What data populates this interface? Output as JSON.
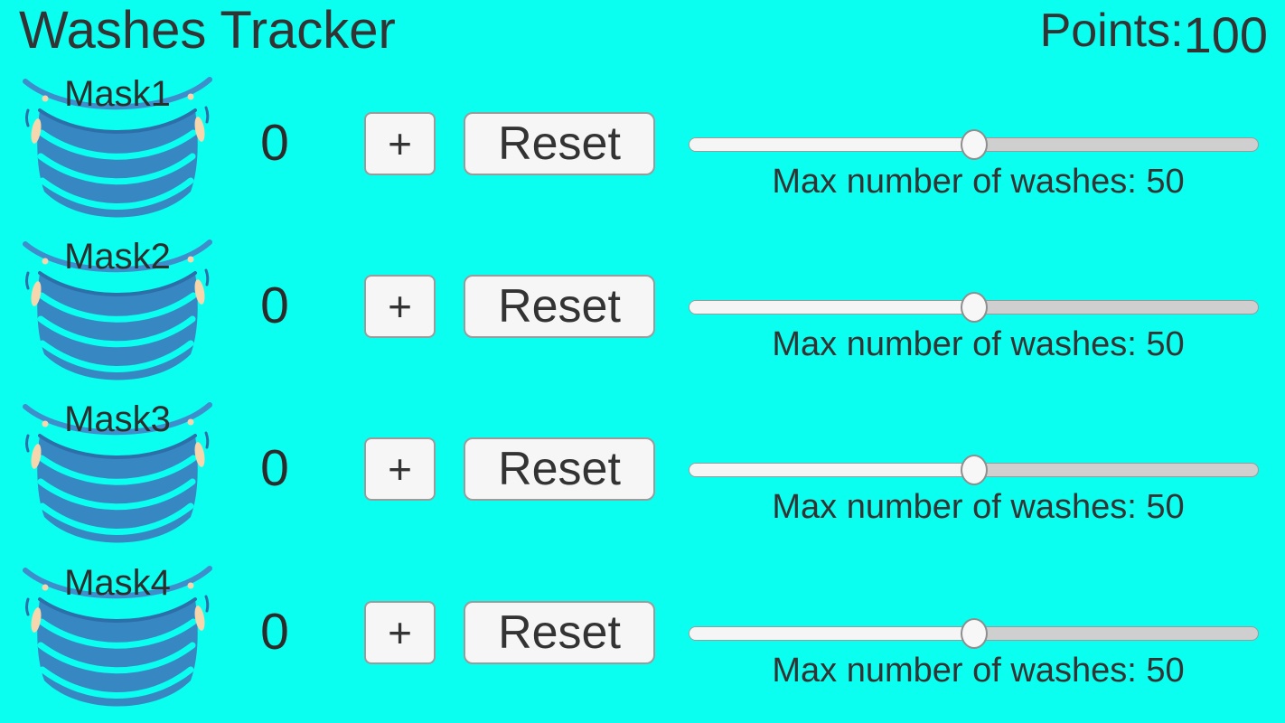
{
  "header": {
    "title": "Washes Tracker",
    "points_label": "Points:",
    "points_value": "100"
  },
  "rows": [
    {
      "mask_label": "Mask1",
      "count": "0",
      "increment_label": "+",
      "reset_label": "Reset",
      "max_washes_label": "Max number of washes: 50",
      "max_washes_value": 50,
      "slider_percent": 50
    },
    {
      "mask_label": "Mask2",
      "count": "0",
      "increment_label": "+",
      "reset_label": "Reset",
      "max_washes_label": "Max number of washes: 50",
      "max_washes_value": 50,
      "slider_percent": 50
    },
    {
      "mask_label": "Mask3",
      "count": "0",
      "increment_label": "+",
      "reset_label": "Reset",
      "max_washes_label": "Max number of washes: 50",
      "max_washes_value": 50,
      "slider_percent": 50
    },
    {
      "mask_label": "Mask4",
      "count": "0",
      "increment_label": "+",
      "reset_label": "Reset",
      "max_washes_label": "Max number of washes: 50",
      "max_washes_value": 50,
      "slider_percent": 50
    }
  ],
  "icons": {
    "mask": "face-mask-icon"
  },
  "colors": {
    "background": "#0AFFF0",
    "text": "#333333",
    "mask_body": "#3787C2",
    "mask_strap": "#3E8ECB",
    "mask_edge": "#2D6FA8",
    "mask_ear": "#F6D6AD",
    "button_background": "#F6F6F6",
    "button_border": "#9B9B9B",
    "slider_fill": "#F5F5F5",
    "slider_track": "#CFCFCF",
    "slider_thumb": "#F7F7F7"
  }
}
